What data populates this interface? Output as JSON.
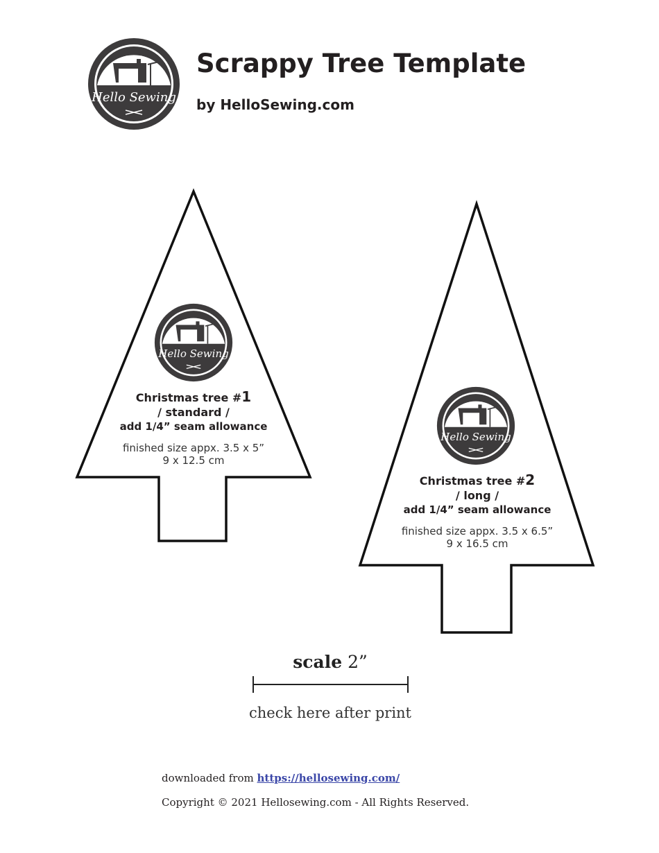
{
  "header": {
    "title": "Scrappy Tree Template",
    "byline": "by HelloSewing.com",
    "logo_text": "Hello Sewing"
  },
  "trees": [
    {
      "name_prefix": "Christmas tree #",
      "number": "1",
      "variant": "/ standard /",
      "seam": "add 1/4” seam allowance",
      "size_in": "finished size appx. 3.5 x 5”",
      "size_cm": "9 x 12.5 cm"
    },
    {
      "name_prefix": "Christmas tree #",
      "number": "2",
      "variant": "/ long /",
      "seam": "add 1/4” seam allowance",
      "size_in": "finished size appx. 3.5 x 6.5”",
      "size_cm": "9 x 16.5 cm"
    }
  ],
  "scale": {
    "label": "scale",
    "value": "2”",
    "instruction": "check here after print"
  },
  "footer": {
    "downloaded_prefix": "downloaded from",
    "link": "https://hellosewing.com/",
    "copyright": "Copyright © 2021 Hellosewing.com - All Rights Reserved."
  },
  "colors": {
    "logo": "#3d3b3c",
    "link": "#3b47a8",
    "text": "#231f20"
  }
}
